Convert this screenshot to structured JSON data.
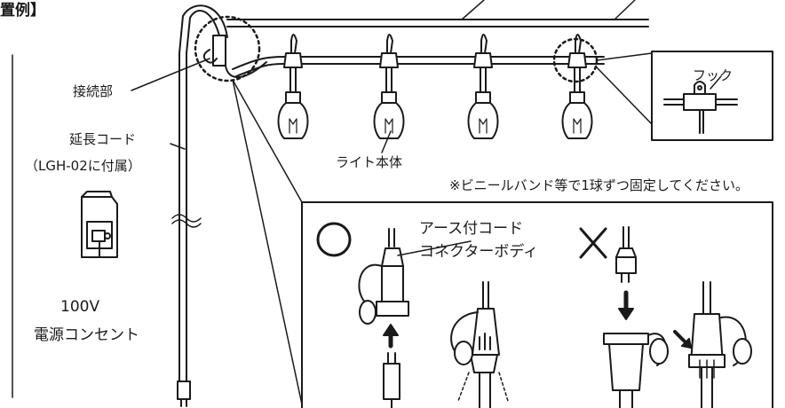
{
  "header": {
    "title_fragment": "置例】"
  },
  "labels": {
    "connection_part": "接続部",
    "extension_cord": "延長コード",
    "extension_cord_note": "（LGH-02に付属）",
    "outlet_voltage": "100V",
    "outlet_name": "電源コンセント",
    "light_body": "ライト本体",
    "hook": "フック",
    "fixing_note": "※ビニールバンド等で1球ずつ固定してください。",
    "grounded_cord": "アース付コード",
    "connector_body": "コネクターボディ"
  },
  "symbols": {
    "correct": "○",
    "incorrect": "×"
  },
  "colors": {
    "line": "#1a1a1a",
    "background": "#ffffff",
    "bulb_fill": "#ffffff"
  }
}
